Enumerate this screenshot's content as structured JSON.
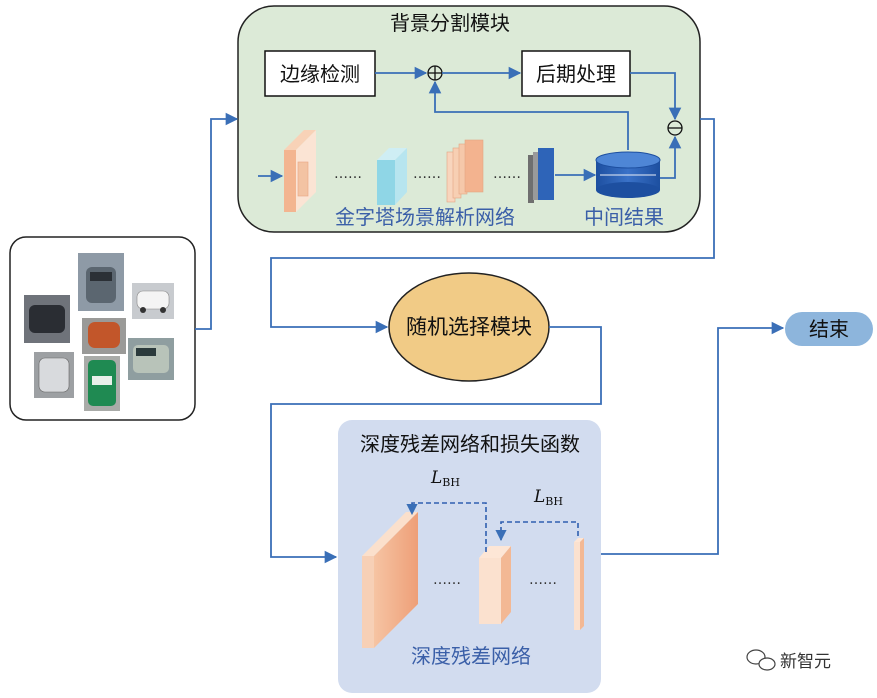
{
  "background_module": {
    "title": "背景分割模块",
    "edge_detection": "边缘检测",
    "post_processing": "后期处理",
    "pyramid_network_label": "金字塔场景解析网络",
    "intermediate_label": "中间结果",
    "op_plus": "⊕",
    "op_minus": "⊖",
    "dots": "……"
  },
  "random_module": {
    "label": "随机选择模块"
  },
  "end": {
    "label": "结束"
  },
  "residual_module": {
    "title": "深度残差网络和损失函数",
    "network_label": "深度残差网络",
    "loss_main": "L",
    "loss_sub": "BH",
    "dots": "……"
  },
  "watermark": {
    "text": "新智元"
  },
  "colors": {
    "arrow": "#3a6fb7",
    "green_panel": "#dcead7",
    "blue_panel": "#d2dcef",
    "ellipse": "#f1cb86",
    "end_pill": "#8db5dc",
    "layer_orange": "#f2b48d",
    "layer_peach": "#f9dcc6",
    "cylinder": "#2c5fb3",
    "label_blue": "#3a5fa8"
  }
}
